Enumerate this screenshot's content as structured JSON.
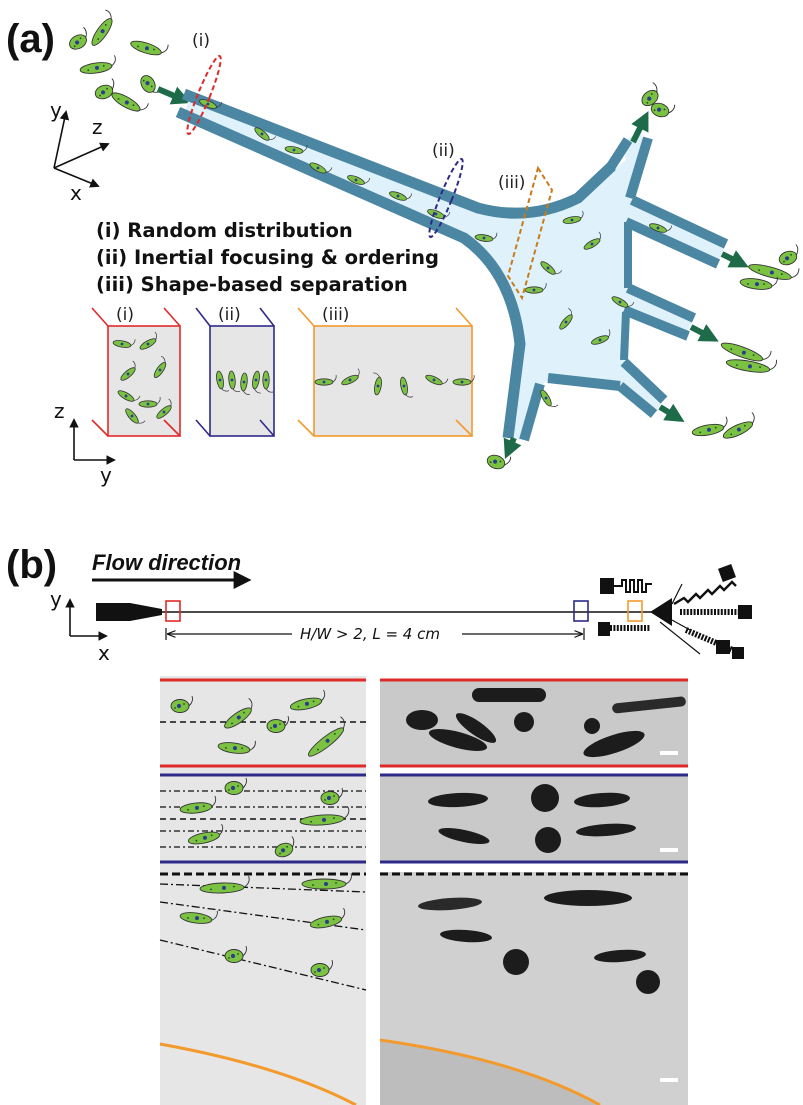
{
  "panel_a": {
    "letter": "(a)",
    "region_labels": [
      "(i)",
      "(ii)",
      "(iii)"
    ],
    "legend": [
      "(i) Random distribution",
      "(ii) Inertial focusing & ordering",
      "(iii) Shape-based separation"
    ],
    "axes3d": {
      "y": "y",
      "z": "z",
      "x": "x"
    },
    "cross_sections": [
      {
        "label": "(i)",
        "color": "#e02a2a"
      },
      {
        "label": "(ii)",
        "color": "#2d2a8a"
      },
      {
        "label": "(iii)",
        "color": "#f39a2c"
      }
    ],
    "axes2d": {
      "z": "z",
      "y": "y"
    }
  },
  "panel_b": {
    "letter": "(b)",
    "flow_label": "Flow direction",
    "axes": {
      "y": "y",
      "x": "x"
    },
    "dimension_label": "H/W > 2, L = 4 cm"
  },
  "colors": {
    "red": "#e02a2a",
    "navy": "#2d2a8a",
    "orange": "#f39a2c",
    "channel": "#4b86a3",
    "fluid": "#dff1fa",
    "cell": "#7cc242",
    "arrow": "#1e6b4a"
  }
}
